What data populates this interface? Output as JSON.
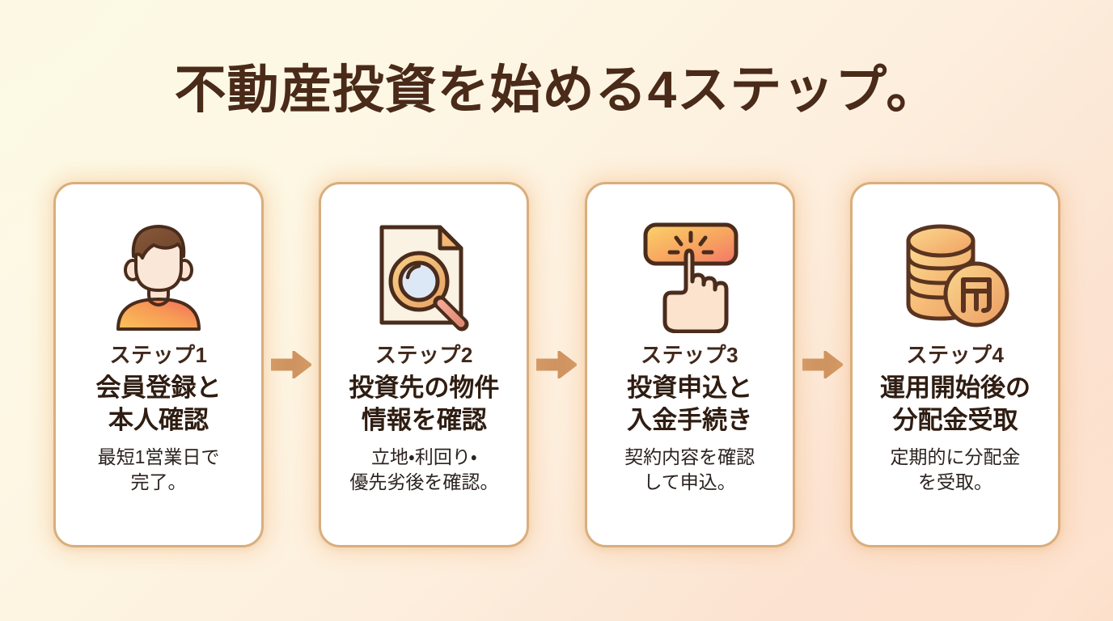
{
  "header": {
    "title": "不動産投資を始める4ステップ。"
  },
  "theme": {
    "background_start": "#fdfbe8",
    "background_end": "#f9d9c4",
    "card_background": "#ffffff",
    "card_border": "#d9ae7c",
    "card_glow": "#f7be87",
    "title_color": "#4a2a18",
    "step_label_color": "#40281b",
    "step_title_color": "#2f1d12",
    "step_desc_color": "#2b2320",
    "arrow_color": "#cf9460"
  },
  "steps": [
    {
      "icon": "person-avatar-icon",
      "label": "ステップ1",
      "title": "会員登録と\n本人確認",
      "title_lines": [
        "会員登録と",
        "本人確認"
      ],
      "desc_lines": [
        "最短1営業日で",
        "完了。"
      ]
    },
    {
      "icon": "document-magnifier-icon",
      "label": "ステップ2",
      "title": "投資先の物件\n情報を確認",
      "title_lines": [
        "投資先の物件",
        "情報を確認"
      ],
      "desc_lines": [
        "立地・利回り・",
        "優先劣後を確認。"
      ]
    },
    {
      "icon": "click-button-hand-icon",
      "label": "ステップ3",
      "title": "投資申込と\n入金手続き",
      "title_lines": [
        "投資申込と",
        "入金手続き"
      ],
      "desc_lines": [
        "契約内容を確認",
        "して申込。"
      ]
    },
    {
      "icon": "coin-stack-yen-icon",
      "label": "ステップ4",
      "title": "運用開始後の\n分配金受取",
      "title_lines": [
        "運用開始後の",
        "分配金受取"
      ],
      "desc_lines": [
        "定期的に分配金",
        "を受取。"
      ]
    }
  ],
  "arrows": [
    {
      "name": "arrow-step1-to-step2",
      "glyph": "→"
    },
    {
      "name": "arrow-step2-to-step3",
      "glyph": "→"
    },
    {
      "name": "arrow-step3-to-step4",
      "glyph": "→"
    }
  ]
}
